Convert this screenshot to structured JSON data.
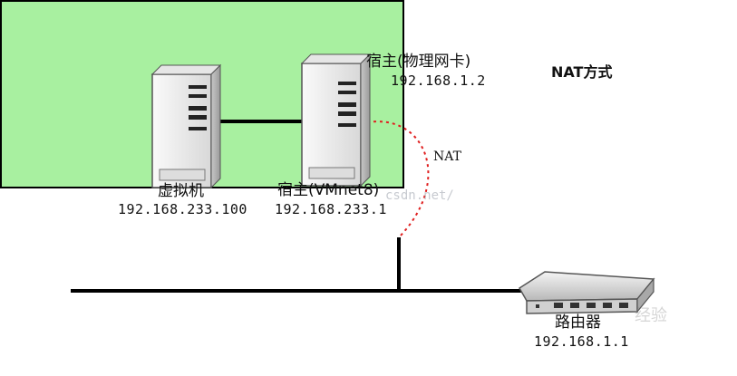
{
  "diagram": {
    "mode_title": "NAT方式",
    "nat_label": "NAT",
    "host_physical_nic": {
      "name": "宿主(物理网卡)",
      "ip": "192.168.1.2"
    },
    "virtual_machine": {
      "name": "虚拟机",
      "ip": "192.168.233.100"
    },
    "host_vmnet8": {
      "name": "宿主(VMnet8)",
      "ip": "192.168.233.1"
    },
    "router": {
      "name": "路由器",
      "ip": "192.168.1.1"
    },
    "watermark": "csdn.net/",
    "logo_watermark": "经验"
  },
  "colors": {
    "host_box_fill": "#a8f0a0",
    "nat_link": "#e02020",
    "wire": "#000000",
    "server_body": "#f2f2f2"
  },
  "icons": [
    "server-icon",
    "server-icon",
    "router-icon"
  ]
}
